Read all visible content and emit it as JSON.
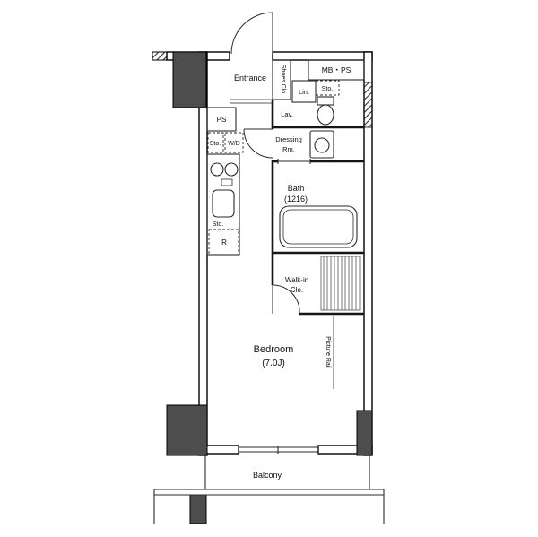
{
  "floorplan": {
    "labels": {
      "entrance": "Entrance",
      "shoes_closet": "Shoes Clo.",
      "mb_ps": "MB・PS",
      "linen": "Lin.",
      "lavatory": "Lav.",
      "storage": "Sto.",
      "pipe_space": "PS",
      "washer_dryer": "W/D",
      "dressing_room_line1": "Dressing",
      "dressing_room_line2": "Rm.",
      "bath_line1": "Bath",
      "bath_line2": "(1216)",
      "refrigerator": "R",
      "walk_in_closet_line1": "Walk-in",
      "walk_in_closet_line2": "Clo.",
      "bedroom_line1": "Bedroom",
      "bedroom_line2": "(7.0J)",
      "picture_rail": "Picture Rail",
      "balcony": "Balcony"
    },
    "colors": {
      "pillar_fill": "#4d4d4d",
      "line_color": "#151515",
      "background": "#ffffff"
    }
  }
}
